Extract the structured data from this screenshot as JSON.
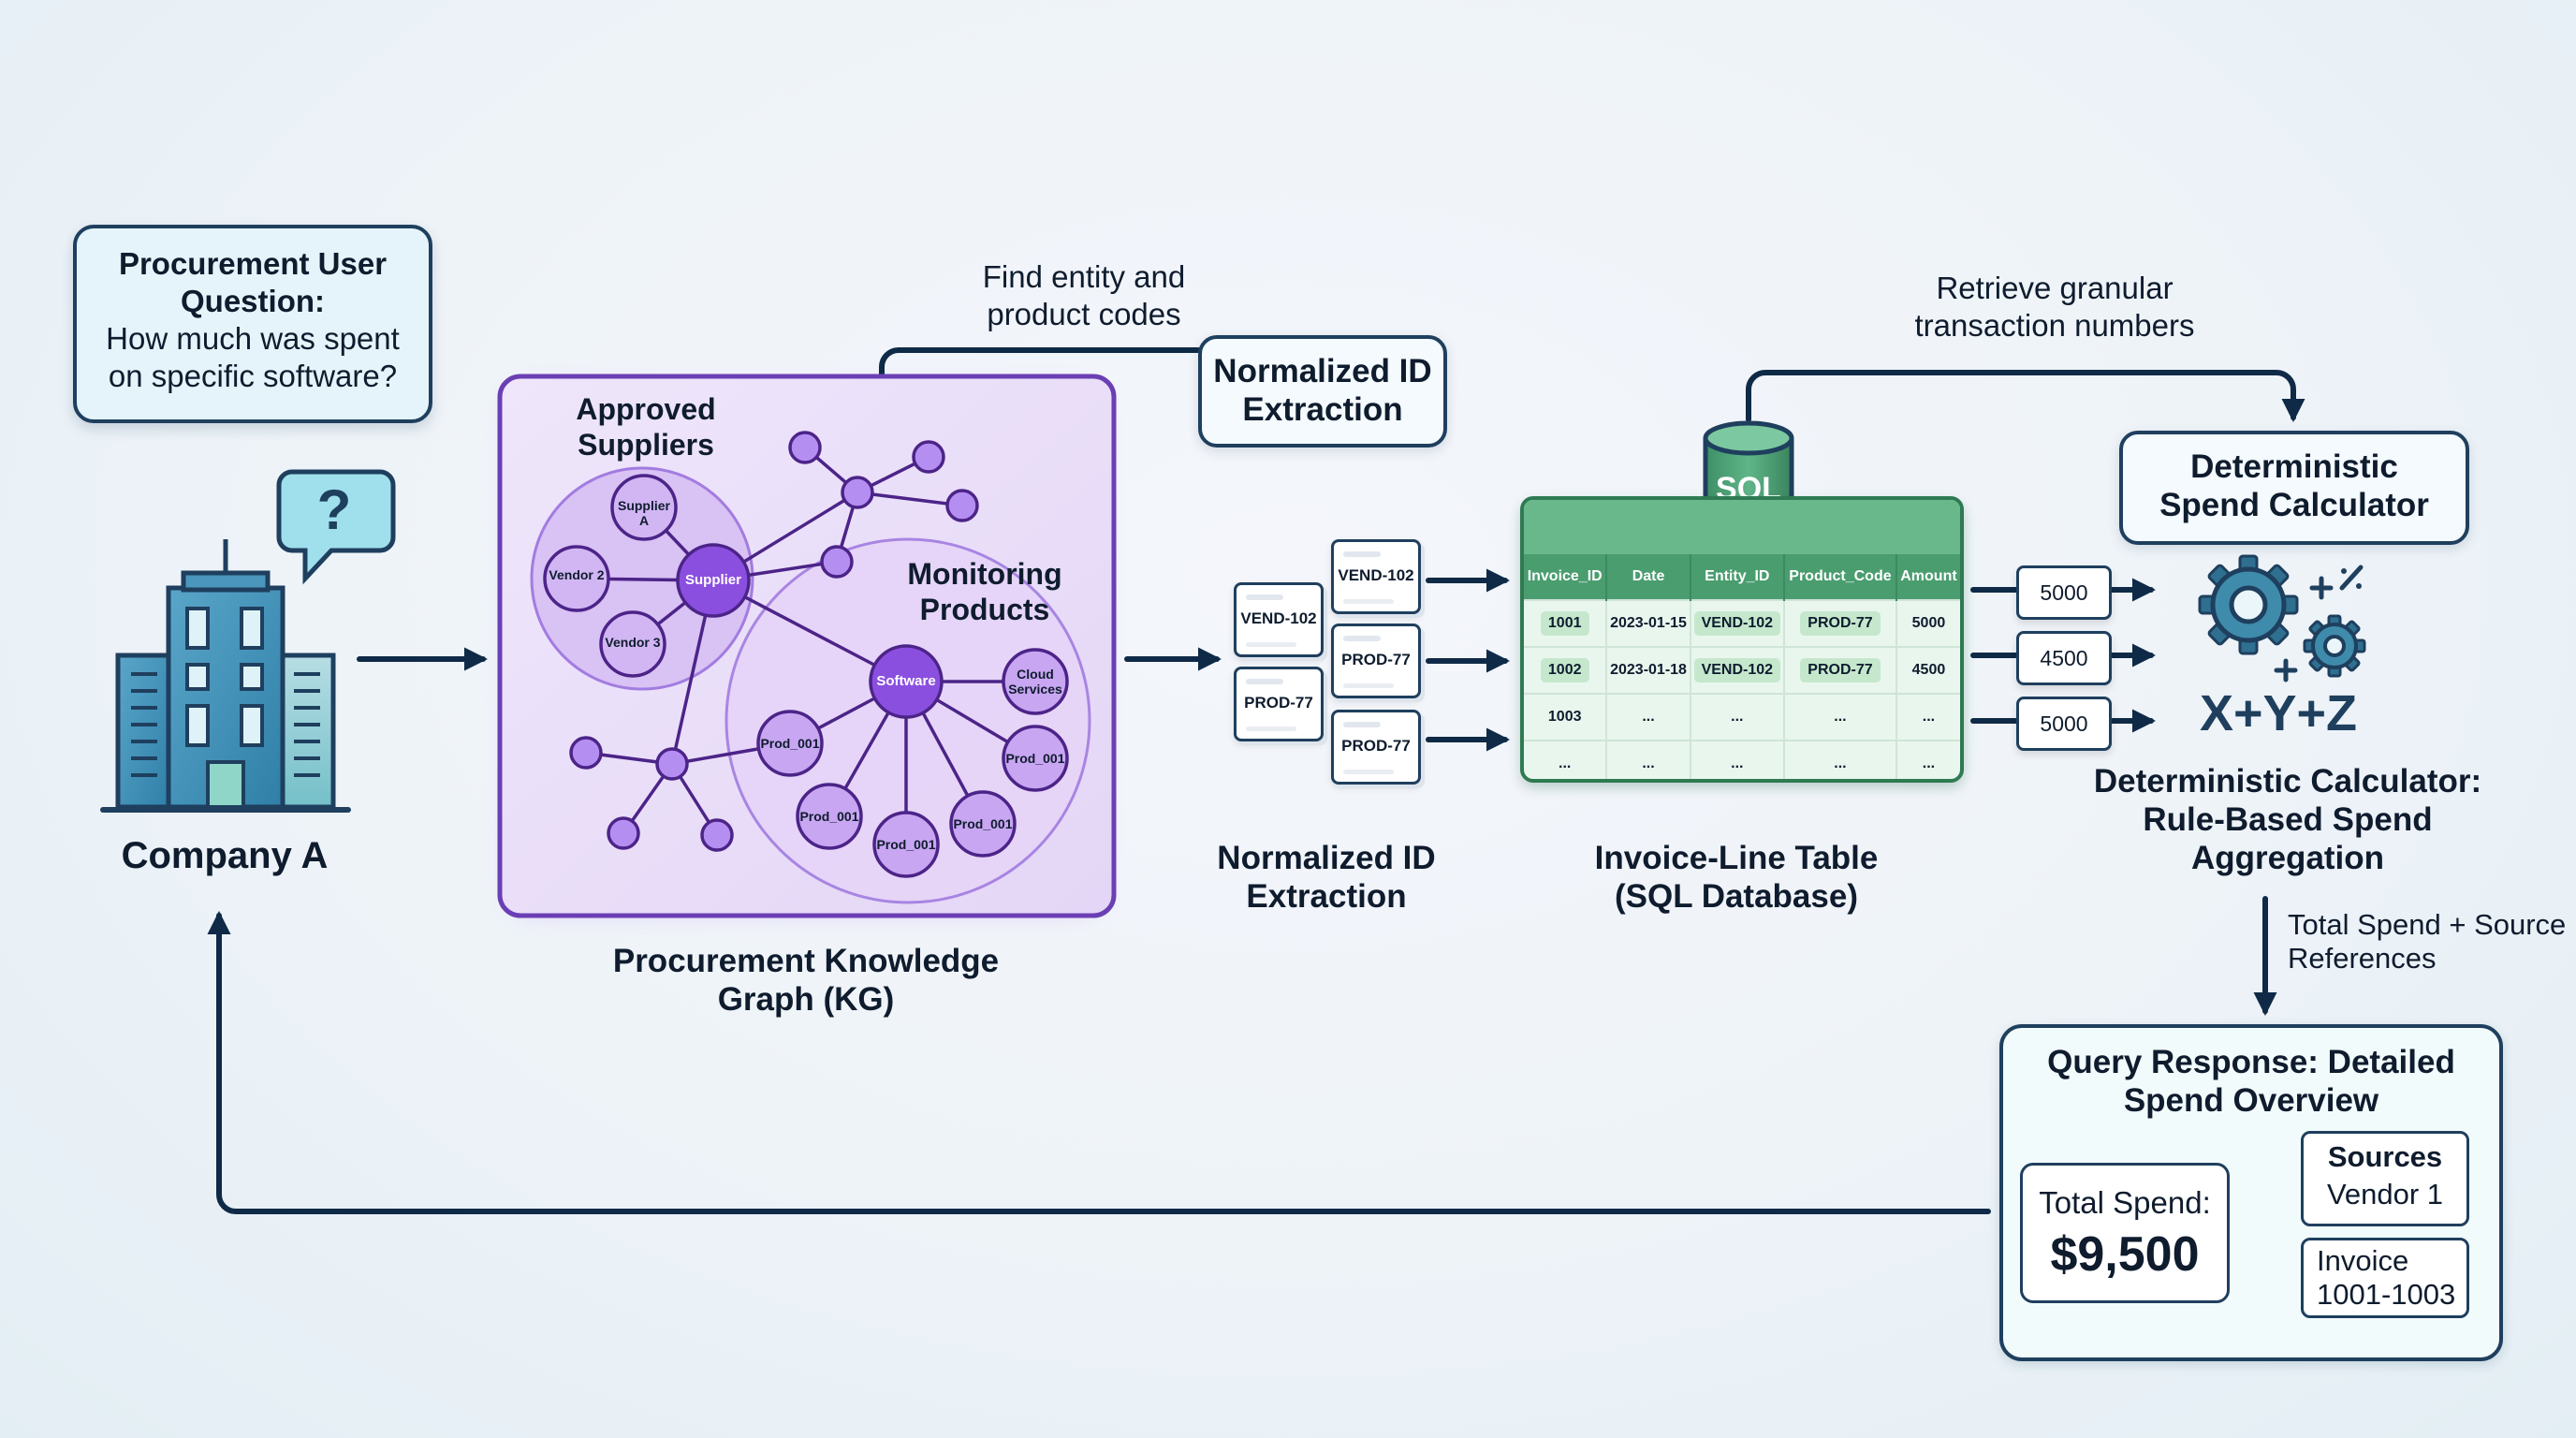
{
  "user_question": {
    "title": "Procurement User Question:",
    "body": "How much was spent on specific software?"
  },
  "company": {
    "label": "Company A",
    "bubble": "?"
  },
  "kg": {
    "caption": "Procurement Knowledge Graph (KG)",
    "approved_suppliers": "Approved Suppliers",
    "monitoring_products": "Monitoring Products",
    "nodes": {
      "supplier": "Supplier",
      "supplier_a": "Supplier A",
      "vendor_2": "Vendor 2",
      "vendor_3": "Vendor 3",
      "software": "Software",
      "cloud_services": "Cloud Services",
      "prod_001": "Prod_001"
    }
  },
  "find_codes_label": "Find entity and product codes",
  "norm_top": "Normalized ID Extraction",
  "norm_caption": "Normalized ID Extraction",
  "id_cards": {
    "left": [
      "VEND-102",
      "PROD-77"
    ],
    "right": [
      "VEND-102",
      "PROD-77",
      "PROD-77"
    ]
  },
  "retrieve_label": "Retrieve granular transaction numbers",
  "sql_label": "SQL",
  "table": {
    "caption": "Invoice-Line Table (SQL Database)",
    "headers": [
      "Invoice_ID",
      "Date",
      "Entity_ID",
      "Product_Code",
      "Amount"
    ],
    "rows": [
      [
        "1001",
        "2023-01-15",
        "VEND-102",
        "PROD-77",
        "5000"
      ],
      [
        "1002",
        "2023-01-18",
        "VEND-102",
        "PROD-77",
        "4500"
      ],
      [
        "1003",
        "...",
        "...",
        "...",
        "..."
      ],
      [
        "...",
        "...",
        "...",
        "...",
        "..."
      ]
    ]
  },
  "amounts": [
    "5000",
    "4500",
    "5000"
  ],
  "calculator": {
    "box_title": "Deterministic Spend Calculator",
    "formula": "X+Y+Z",
    "caption": "Deterministic Calculator: Rule-Based Spend Aggregation",
    "ops": "+ ⁄ +"
  },
  "total_spend_label": "Total Spend + Source References",
  "response": {
    "title": "Query Response: Detailed Spend Overview",
    "total_label": "Total Spend:",
    "total_value": "$9,500",
    "sources_title": "Sources",
    "sources_vendor": "Vendor 1",
    "invoice_label": "Invoice",
    "invoice_range": "1001-1003"
  },
  "colors": {
    "navy": "#1f3f5e",
    "purple": "#9a66e0",
    "green": "#4a9d6f",
    "teal": "#6fb6c4"
  }
}
